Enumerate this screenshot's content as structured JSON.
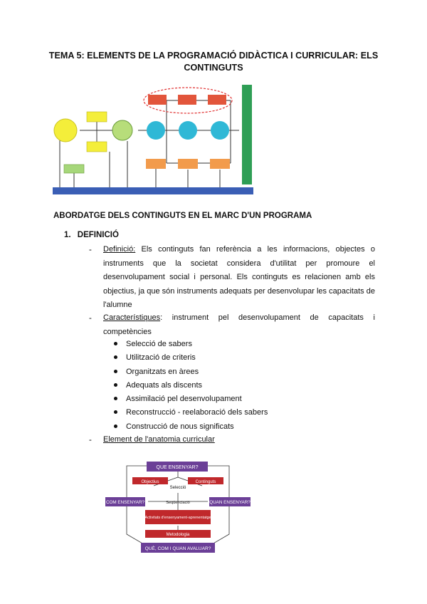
{
  "title_line1": "TEMA 5: ELEMENTS DE LA PROGRAMACIÓ DIDÀCTICA I CURRICULAR: ELS",
  "title_line2": "CONTINGUTS",
  "section_heading": "ABORDATGE DELS CONTINGUTS EN EL MARC D'UN PROGRAMA",
  "subsection": {
    "number": "1.",
    "label": "DEFINICIÓ"
  },
  "definition": {
    "term": "Definició:",
    "text": " Els continguts fan referència a les informacions, objectes o instruments que la societat considera d'utilitat per promoure el desenvolupament social i personal. Els continguts es relacionen amb els objectius, ja que són instruments adequats per desenvolupar les capacitats de l'alumne"
  },
  "characteristics": {
    "term": "Característiques",
    "text": ": instrument pel desenvolupament de capacitats i competències",
    "items": [
      "Selecció de sabers",
      "Utilització de criteris",
      "Organitzats en àrees",
      "Adequats als discents",
      "Assimilació pel desenvolupament",
      "Reconstrucció - reelaboració dels sabers",
      "Construcció de nous significats"
    ]
  },
  "anatomy_label": "Element de l'anatomia curricular",
  "diagram2": {
    "top": "QUE ENSENYAR?",
    "left": "COM ENSENYAR?",
    "right": "QUAN ENSENYAR?",
    "bottom": "QUÈ, COM I QUAN AVALUAR?",
    "objectius": "Objectius",
    "continguts": "Continguts",
    "seleccio": "Selecció",
    "sequenciacio": "Seqüenciació",
    "activitats": "Activitats d'ensenyament-aprenentatge",
    "metodologia": "Metodologia"
  },
  "colors": {
    "purple": "#6b3f97",
    "red": "#c0282b",
    "cyan": "#2fb8d6",
    "yellow": "#f4ee3a",
    "orange": "#f29b4c",
    "green": "#2e9e55",
    "blue": "#3a5eb5"
  }
}
